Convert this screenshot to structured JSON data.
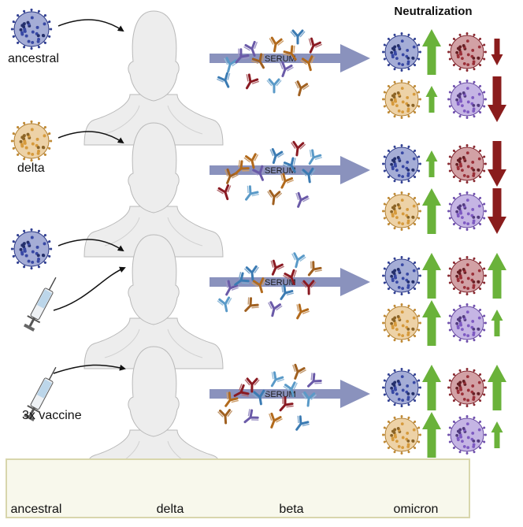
{
  "title": "Neutralization",
  "serum_label": "SERUM",
  "colors": {
    "ancestral": "#3848a4",
    "delta": "#d69a3c",
    "beta": "#9a2f38",
    "omicron": "#7e5ac2",
    "arrow_up": "#6ab23a",
    "arrow_down": "#8a1c1c",
    "serum_arrow": "#8a92bd",
    "legend_bg": "#f8f8ec"
  },
  "rows": [
    {
      "exposures": [
        "ancestral"
      ],
      "label": "ancestral",
      "neutralization": [
        {
          "variant": "ancestral",
          "level": "strong-up"
        },
        {
          "variant": "beta",
          "level": "weak-down"
        },
        {
          "variant": "delta",
          "level": "weak-up"
        },
        {
          "variant": "omicron",
          "level": "strong-down"
        }
      ]
    },
    {
      "exposures": [
        "delta"
      ],
      "label": "delta",
      "neutralization": [
        {
          "variant": "ancestral",
          "level": "weak-up"
        },
        {
          "variant": "beta",
          "level": "strong-down"
        },
        {
          "variant": "delta",
          "level": "strong-up"
        },
        {
          "variant": "omicron",
          "level": "strong-down"
        }
      ]
    },
    {
      "exposures": [
        "ancestral",
        "vaccine"
      ],
      "label": "",
      "neutralization": [
        {
          "variant": "ancestral",
          "level": "strong-up"
        },
        {
          "variant": "beta",
          "level": "strong-up"
        },
        {
          "variant": "delta",
          "level": "strong-up"
        },
        {
          "variant": "omicron",
          "level": "weak-up"
        }
      ]
    },
    {
      "exposures": [
        "vaccine"
      ],
      "label": "3x vaccine",
      "neutralization": [
        {
          "variant": "ancestral",
          "level": "strong-up"
        },
        {
          "variant": "beta",
          "level": "strong-up"
        },
        {
          "variant": "delta",
          "level": "strong-up"
        },
        {
          "variant": "omicron",
          "level": "weak-up"
        }
      ]
    }
  ],
  "legend": [
    {
      "variant": "ancestral",
      "label": "ancestral"
    },
    {
      "variant": "delta",
      "label": "delta"
    },
    {
      "variant": "beta",
      "label": "beta"
    },
    {
      "variant": "omicron",
      "label": "omicron"
    }
  ]
}
